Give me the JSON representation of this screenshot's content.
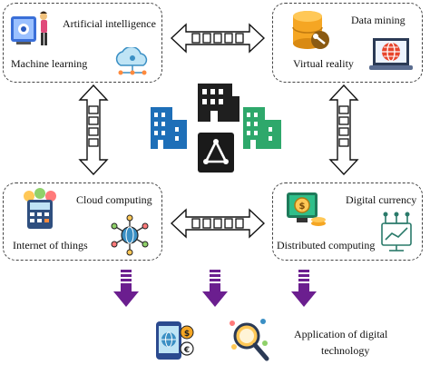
{
  "top_left": {
    "line1": "Artificial intelligence",
    "line2": "Machine learning"
  },
  "top_right": {
    "line1": "Data mining",
    "line2": "Virtual reality"
  },
  "bottom_left": {
    "line1": "Cloud computing",
    "line2": "Internet of things"
  },
  "bottom_right": {
    "line1": "Digital currency",
    "line2": "Distributed computing"
  },
  "application": {
    "line1": "Application of digital",
    "line2": "technology"
  },
  "colors": {
    "purple_arrow": "#6b1e8f",
    "building_blue": "#1e6fb8",
    "building_green": "#2ea86b",
    "dark": "#222222"
  }
}
